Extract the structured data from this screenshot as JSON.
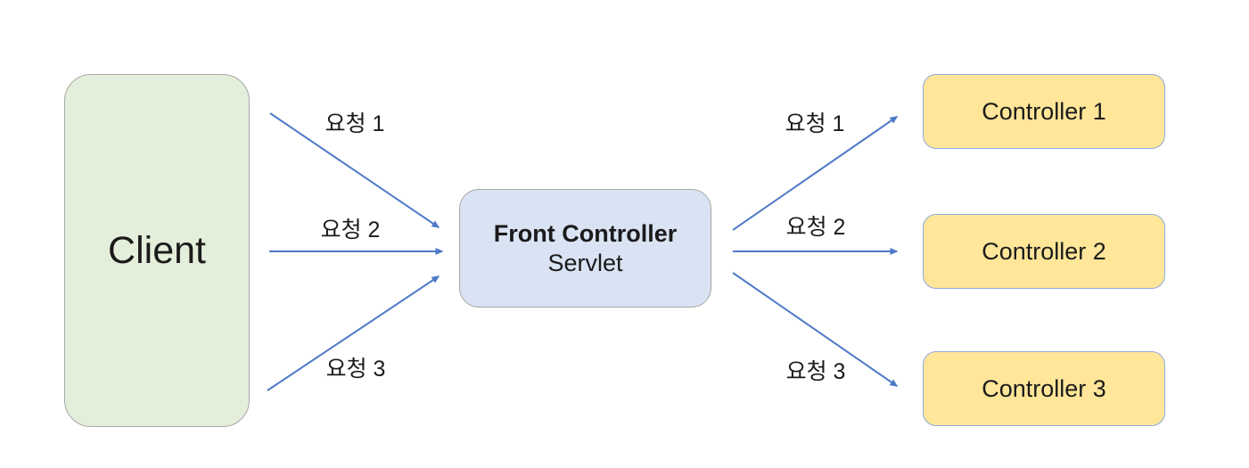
{
  "diagram": {
    "nodes": {
      "client": {
        "label": "Client"
      },
      "front_controller": {
        "title": "Front Controller",
        "subtitle": "Servlet"
      },
      "controllers": [
        {
          "label": "Controller 1"
        },
        {
          "label": "Controller 2"
        },
        {
          "label": "Controller 3"
        }
      ]
    },
    "edge_labels": {
      "left": [
        "요청 1",
        "요청 2",
        "요청 3"
      ],
      "right": [
        "요청 1",
        "요청 2",
        "요청 3"
      ]
    },
    "colors": {
      "client_fill": "#e4efdb",
      "client_border": "#a8a8a8",
      "front_fill": "#dae3f3",
      "front_border": "#a6a6a6",
      "controller_fill": "#ffe699",
      "controller_border": "#8faadc",
      "arrow": "#4f7ac7",
      "text": "#1b1b1b"
    }
  }
}
